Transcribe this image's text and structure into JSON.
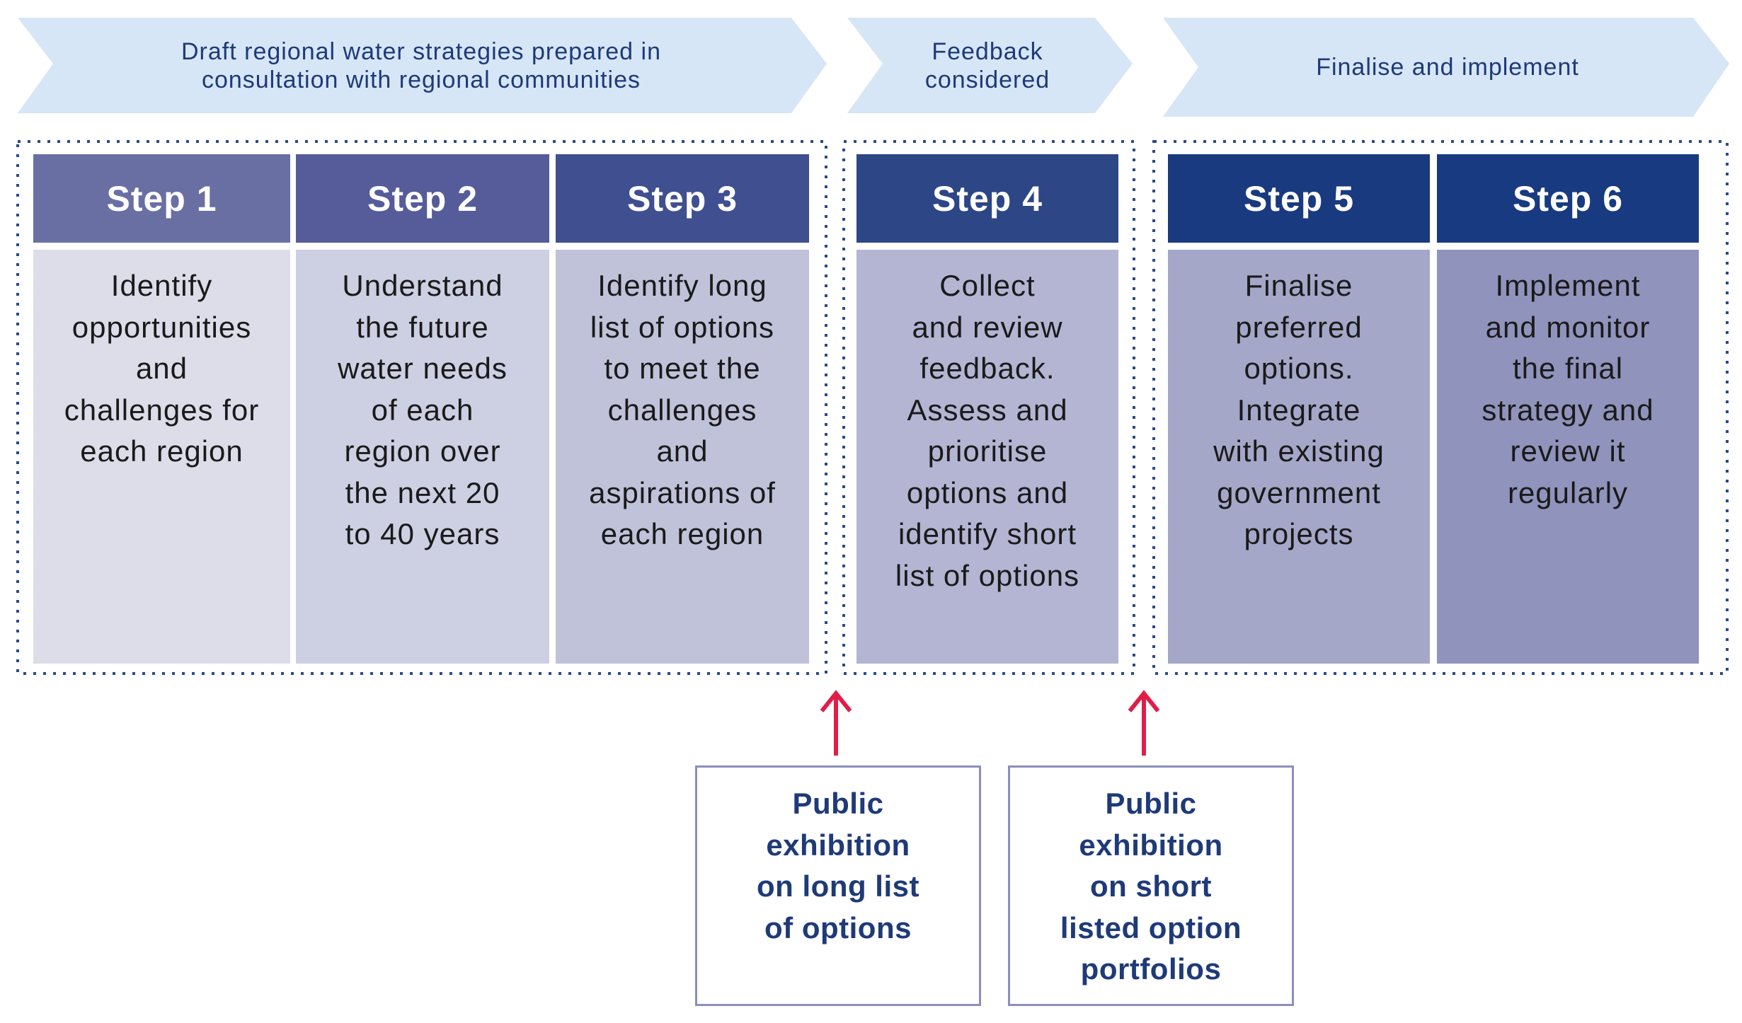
{
  "phases": [
    {
      "label": "Draft regional water strategies prepared in\nconsultation with regional communities"
    },
    {
      "label": "Feedback\nconsidered"
    },
    {
      "label": "Finalise and implement"
    }
  ],
  "steps": [
    {
      "title": "Step 1",
      "text": "Identify\nopportunities\nand\nchallenges for\neach region",
      "head_color": "#6a6fa3",
      "body_color": "#dcdde9"
    },
    {
      "title": "Step 2",
      "text": "Understand\nthe future\nwater needs\nof each\nregion over\nthe next 20\nto 40 years",
      "head_color": "#555c99",
      "body_color": "#cdcfe2"
    },
    {
      "title": "Step 3",
      "text": "Identify long\nlist of options\nto meet the\nchallenges\nand\naspirations of\neach region",
      "head_color": "#3f4f8f",
      "body_color": "#c0c2da"
    },
    {
      "title": "Step 4",
      "text": "Collect\nand review\nfeedback.\nAssess and\nprioritise\noptions and\nidentify short\nlist of options",
      "head_color": "#2c4686",
      "body_color": "#b3b5d3"
    },
    {
      "title": "Step 5",
      "text": "Finalise\npreferred\noptions.\nIntegrate\nwith existing\ngovernment\nprojects",
      "head_color": "#1a3a80",
      "body_color": "#a5a7c9"
    },
    {
      "title": "Step 6",
      "text": "Implement\nand monitor\nthe final\nstrategy and\nreview it\nregularly",
      "head_color": "#183a80",
      "body_color": "#9093bb"
    }
  ],
  "exhibitions": [
    {
      "text": "Public\nexhibition\non long list\nof options"
    },
    {
      "text": "Public\nexhibition\non short\nlisted option\nportfolios"
    }
  ],
  "colors": {
    "chevron_fill": "#d6e6f6",
    "dotted_border": "#2a4a8a",
    "arrow": "#e11d48",
    "box_border": "#8b8fbd",
    "phase_text": "#1e3a78"
  }
}
